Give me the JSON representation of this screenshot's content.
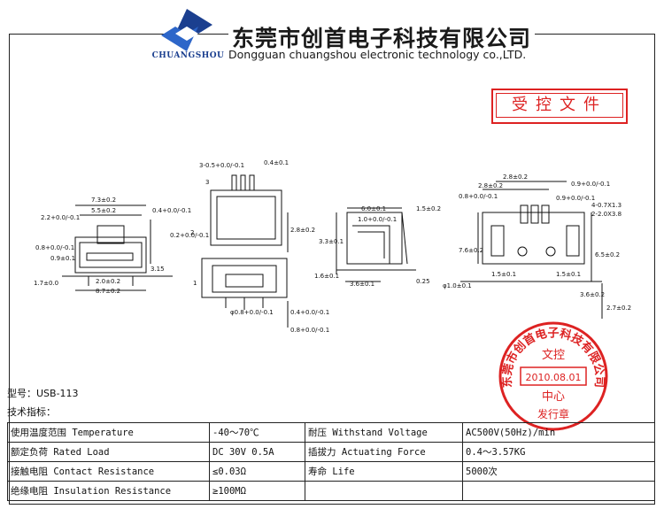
{
  "header": {
    "brand": "CHUANGSHOU",
    "company_cn": "东莞市创首电子科技有限公司",
    "company_en": "Dongguan chuangshou electronic technology co.,LTD."
  },
  "stamp_box": "受控文件",
  "drawing": {
    "dims_front": [
      "7.3±0.2",
      "5.5±0.2",
      "2.2+0.0/-0.1",
      "0.8+0.0/-0.1",
      "0.9±0.1",
      "3.15",
      "0.2+0.0/-0.1",
      "0.4+0.0/-0.1",
      "1.7±0.0",
      "2.0±0.2",
      "8.7±0.2"
    ],
    "dims_side1": [
      "3-0.5+0.0/-0.1",
      "0.4±0.1",
      "3",
      "2",
      "2.8±0.2",
      "0.4+0.0/-0.1",
      "0.8+0.0/-0.1",
      "φ0.8+0.0/-0.1",
      "1"
    ],
    "dims_side2": [
      "6.0±0.1",
      "1.5±0.2",
      "1.0+0.0/-0.1",
      "3.3±0.1",
      "1.6±0.1",
      "3.6±0.1",
      "0.25"
    ],
    "dims_pcb": [
      "2.8±0.2",
      "2.8±0.2",
      "0.9+0.0/-0.1",
      "0.8+0.0/-0.1",
      "0.9+0.0/-0.1",
      "4-0.7X1.3",
      "2-2.0X3.8",
      "7.6±0.2",
      "6.5±0.2",
      "1.5±0.1",
      "1.5±0.1",
      "3.6±0.2",
      "2.7±0.2",
      "φ1.0±0.1"
    ]
  },
  "seal": {
    "ring_text": "东莞市创首电子科技有限公司",
    "top": "文控",
    "date": "2010.08.01",
    "bottom": "中心",
    "foot": "发行章"
  },
  "model": {
    "label": "型号：",
    "value": "USB-113"
  },
  "spec_title": "技术指标：",
  "specs": [
    [
      "使用温度范围 Temperature",
      "-40～70℃",
      "耐压 Withstand Voltage",
      "AC500V(50Hz)/min"
    ],
    [
      "额定负荷 Rated Load",
      "DC 30V 0.5A",
      "插拔力 Actuating Force",
      "0.4～3.57KG"
    ],
    [
      "接触电阻 Contact Resistance",
      "≤0.03Ω",
      "寿命 Life",
      "5000次"
    ],
    [
      "绝缘电阻 Insulation Resistance",
      "≥100MΩ",
      "",
      ""
    ]
  ],
  "colors": {
    "brand_blue": "#1b3f8f",
    "stamp_red": "#d22",
    "line": "#111"
  }
}
